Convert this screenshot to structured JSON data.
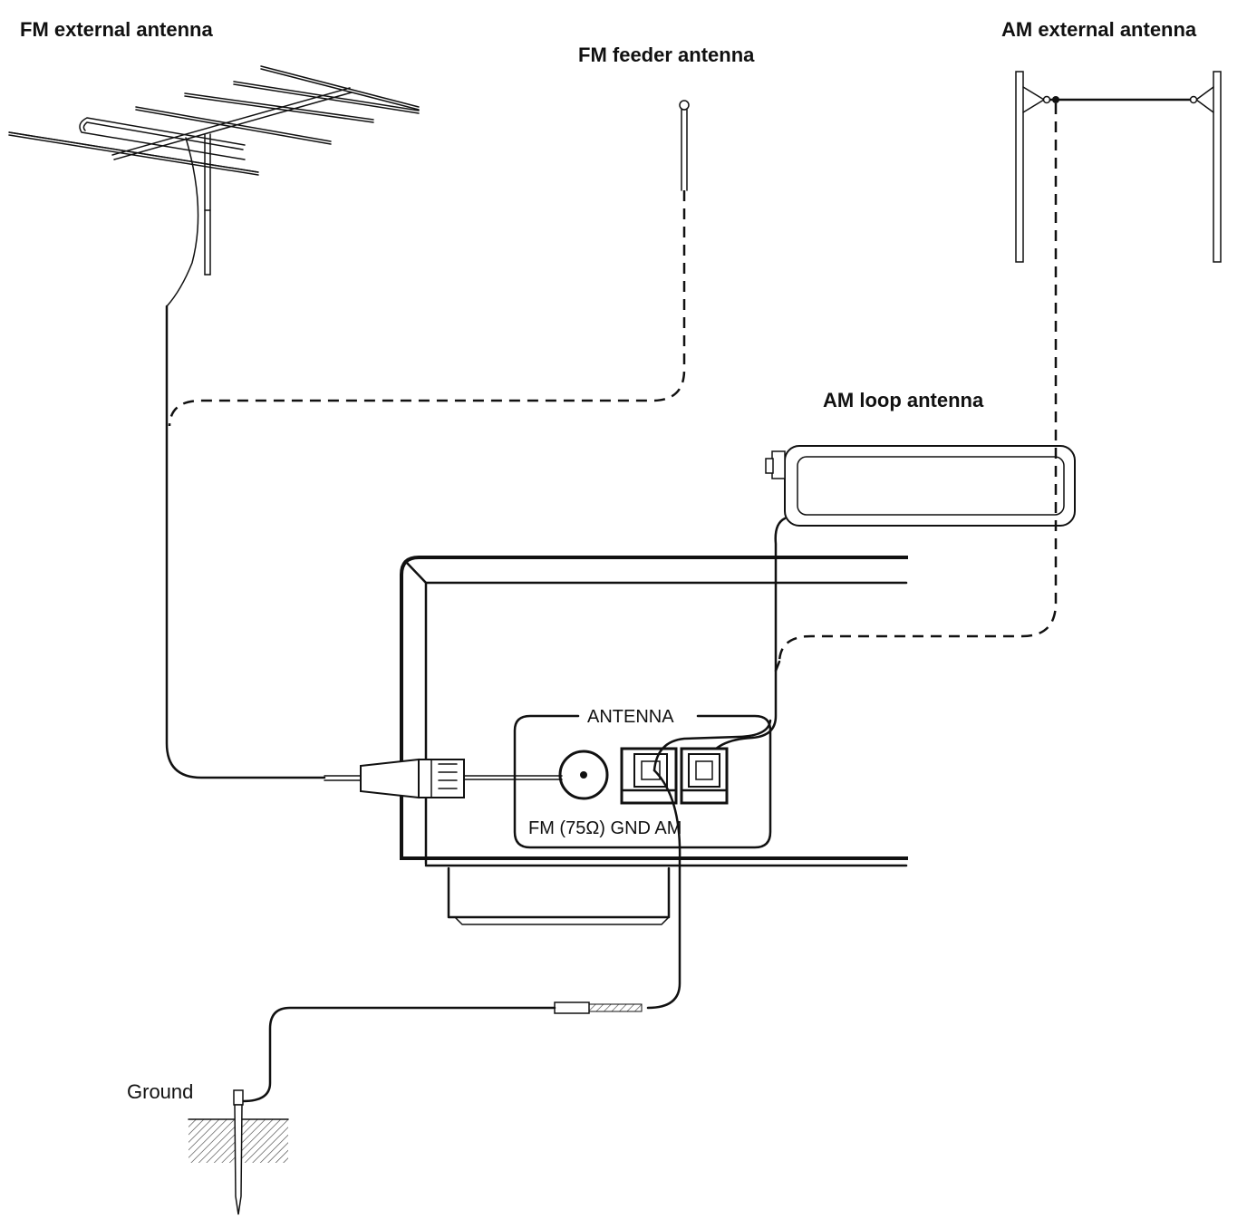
{
  "labels": {
    "fm_external_antenna": "FM external antenna",
    "fm_feeder_antenna": "FM feeder antenna",
    "am_external_antenna": "AM external antenna",
    "am_loop_antenna": "AM loop antenna",
    "ground": "Ground"
  },
  "panel": {
    "title": "ANTENNA",
    "terminal_labels": "FM (75Ω) GND AM"
  }
}
